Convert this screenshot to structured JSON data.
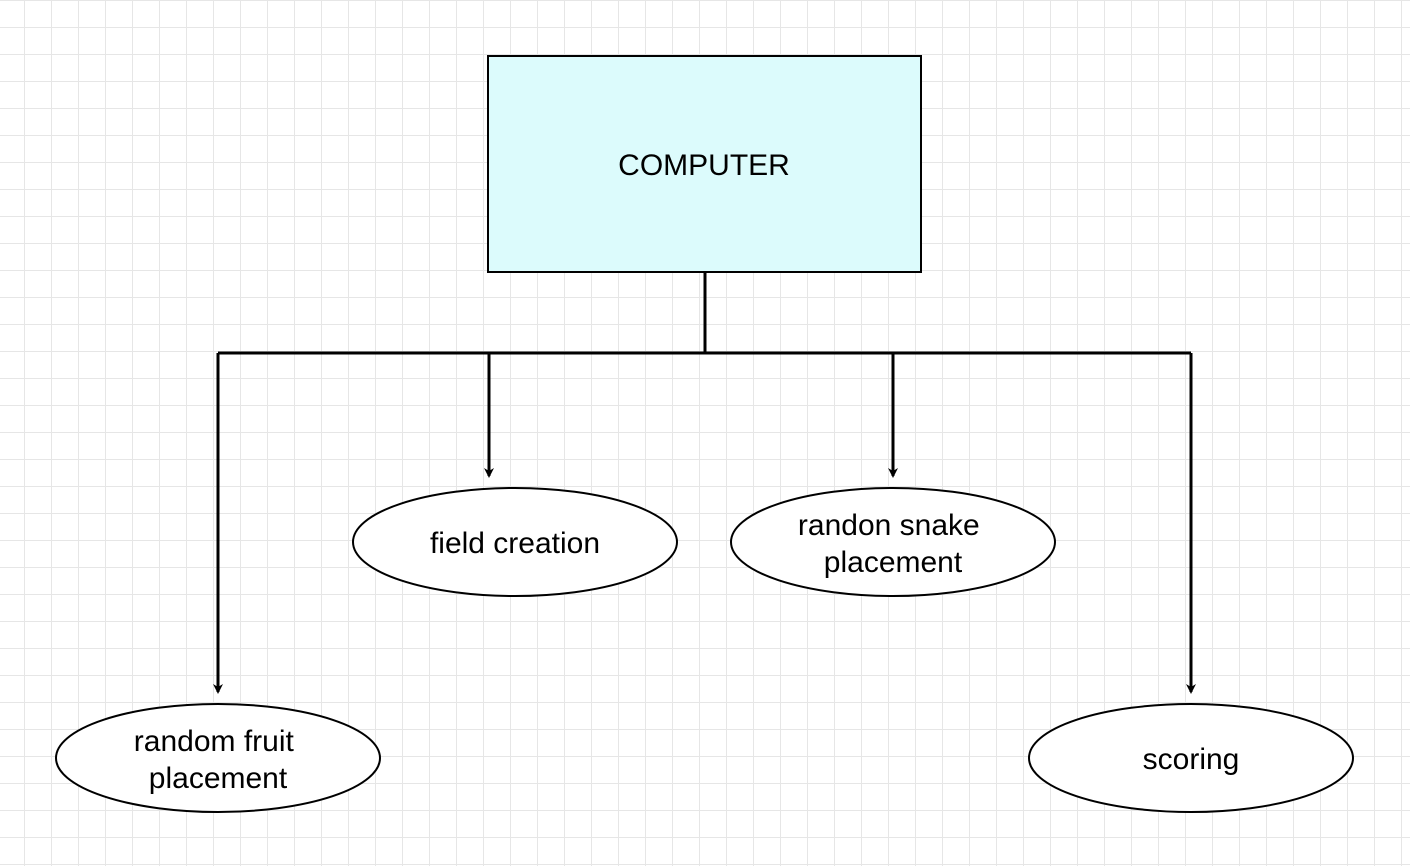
{
  "colors": {
    "root_fill": "#dcfbfc",
    "stroke": "#000000",
    "node_fill": "#ffffff",
    "grid": "#e6e6e6"
  },
  "root": {
    "label": "COMPUTER"
  },
  "children": [
    {
      "id": "field-creation",
      "lines": [
        "field creation"
      ]
    },
    {
      "id": "randon-snake-placement",
      "lines": [
        "randon snake",
        "placement"
      ]
    },
    {
      "id": "random-fruit-placement",
      "lines": [
        "random fruit",
        "placement"
      ]
    },
    {
      "id": "scoring",
      "lines": [
        "scoring"
      ]
    }
  ]
}
